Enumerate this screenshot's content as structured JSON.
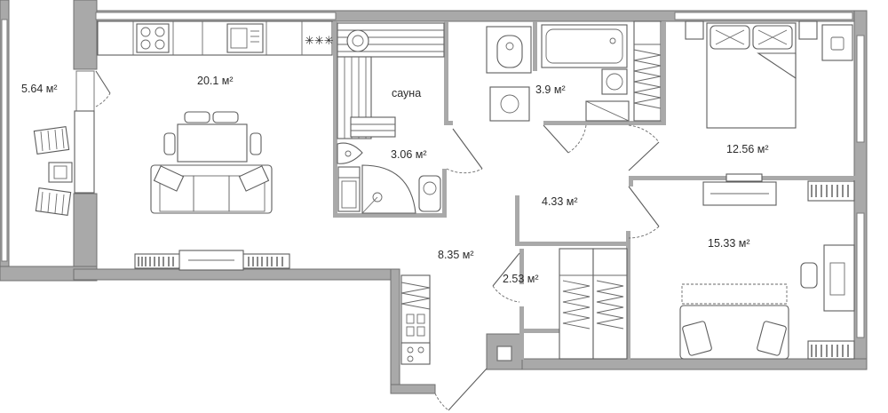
{
  "rooms": {
    "balcony_area": "5.64 м²",
    "kitchen_living_area": "20.1 м²",
    "sauna_name": "сауна",
    "sauna_area": "3.06 м²",
    "bathroom_area": "3.9 м²",
    "bedroom_area": "12.56 м²",
    "corridor_area": "4.33 м²",
    "hall_area": "8.35 м²",
    "closet_area": "2.53 м²",
    "room_area": "15.33 м²"
  },
  "colors": {
    "wall": "#a9a9a9",
    "line": "#6f6f6f",
    "text": "#2b2b2b",
    "background": "#ffffff"
  }
}
